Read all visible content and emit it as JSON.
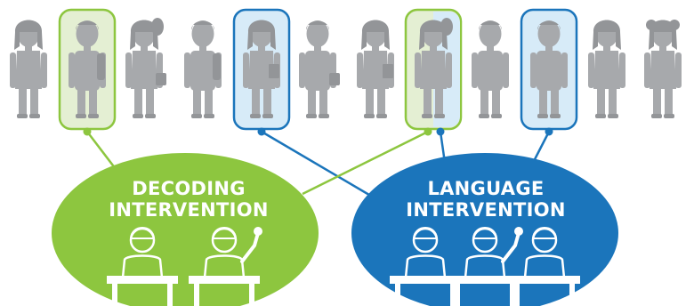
{
  "colors": {
    "background": "#ffffff",
    "student_gray": "#a7a9ac",
    "student_gray_dark": "#939598",
    "decoding_green": "#8dc63f",
    "decoding_highlight_fill": "#e4efd3",
    "language_blue": "#1b75bb",
    "language_highlight_fill": "#d7ebf8",
    "desk_white": "#ffffff"
  },
  "interventions": [
    {
      "id": "decoding",
      "line1": "DECODING",
      "line2": "INTERVENTION",
      "color": "#8dc63f"
    },
    {
      "id": "language",
      "line1": "LANGUAGE",
      "line2": "INTERVENTION",
      "color": "#1b75bb"
    }
  ],
  "students": [
    {
      "type": "girl",
      "group": "none"
    },
    {
      "type": "boy-backpack",
      "group": "decoding"
    },
    {
      "type": "girl-ponytail-bag",
      "group": "none"
    },
    {
      "type": "boy-backpack",
      "group": "none"
    },
    {
      "type": "girl-book",
      "group": "language"
    },
    {
      "type": "boy-bag",
      "group": "none"
    },
    {
      "type": "girl-book",
      "group": "none"
    },
    {
      "type": "girl-ponytail",
      "group": "both"
    },
    {
      "type": "boy",
      "group": "none"
    },
    {
      "type": "boy",
      "group": "language"
    },
    {
      "type": "girl",
      "group": "none"
    },
    {
      "type": "girl-curly",
      "group": "none"
    }
  ],
  "icons": {
    "student": "student-figure-icon",
    "seated_student": "seated-student-icon",
    "desk": "desk-icon"
  }
}
